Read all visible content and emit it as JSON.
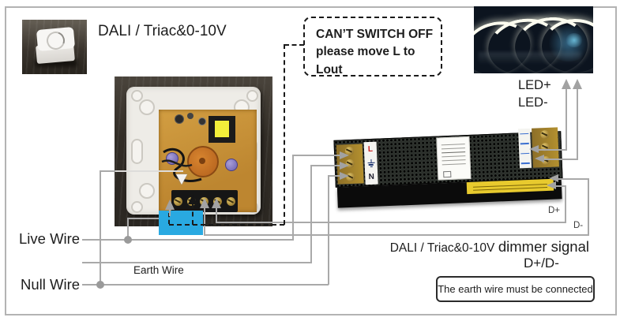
{
  "labels": {
    "product": "DALI / Triac&0-10V",
    "warn_line1": "CAN’T SWITCH OFF",
    "warn_line2": "please move L to Lout",
    "led_plus": "LED+",
    "led_minus": "LED-",
    "live_wire": "Live Wire",
    "earth_wire": "Earth Wire",
    "null_wire": "Null Wire",
    "signal_prefix": "DALI / Triac&0-10V",
    "signal_main": "dimmer signal",
    "signal_line2": "D+/D-",
    "earth_note": "The earth wire must be connected",
    "d_plus": "D+",
    "d_minus": "D-"
  },
  "driver": {
    "terminal_l": "L",
    "terminal_n": "N",
    "earth_icon": "earth-ground-icon"
  },
  "colors": {
    "wire_gray": "#a9a9a9",
    "dash_black": "#1a1a1a",
    "highlight_blue": "#29a9e1",
    "terminal_l_red": "#cc2020",
    "pcb_orange": "#c8952e",
    "transformer_yellow": "#f2ef3a"
  }
}
